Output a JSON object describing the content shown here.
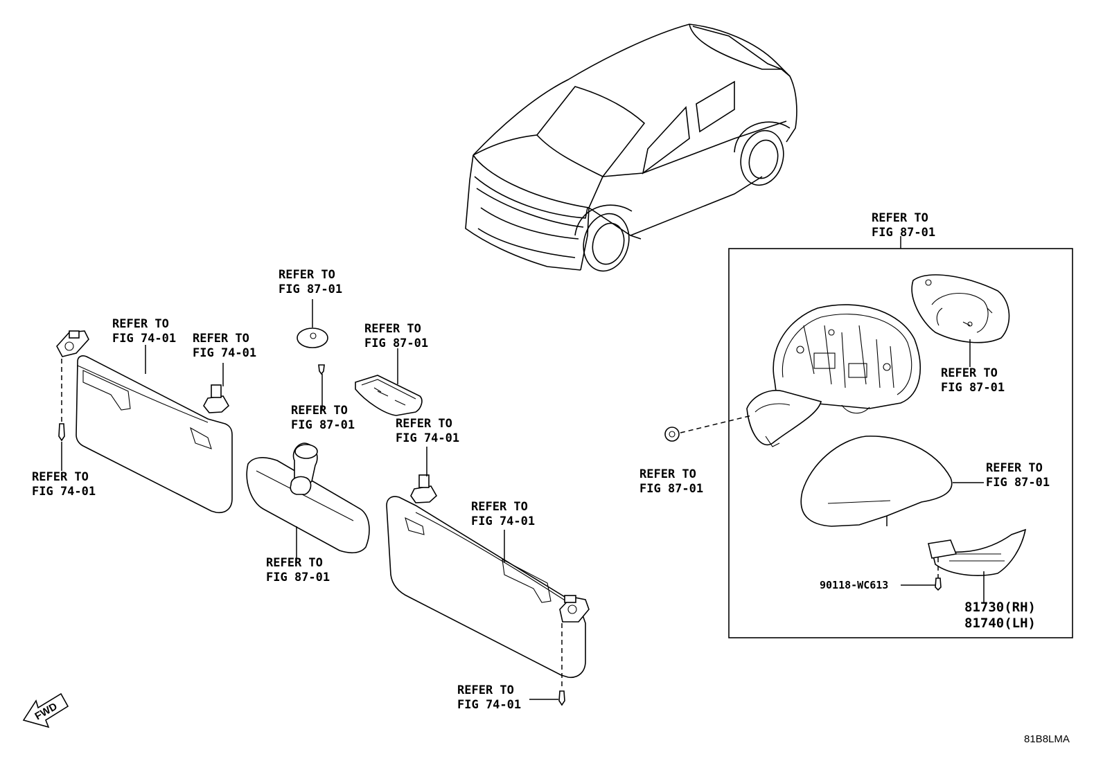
{
  "diagram": {
    "car": "vehicle-outline",
    "callouts": {
      "mirror_group_top": [
        "REFER TO",
        "FIG 87-01"
      ],
      "mirror_glass": [
        "REFER TO",
        "FIG 87-01"
      ],
      "mirror_nut": [
        "REFER TO",
        "FIG 87-01"
      ],
      "mirror_cover": [
        "REFER TO",
        "FIG 87-01"
      ],
      "map_light_cap": [
        "REFER TO",
        "FIG 87-01"
      ],
      "clip_screw": [
        "REFER TO",
        "FIG 87-01"
      ],
      "map_lamp": [
        "REFER TO",
        "FIG 87-01"
      ],
      "inner_mirror": [
        "REFER TO",
        "FIG 87-01"
      ],
      "visor_left": [
        "REFER TO",
        "FIG 74-01"
      ],
      "holder_left": [
        "REFER TO",
        "FIG 74-01"
      ],
      "screw_left": [
        "REFER TO",
        "FIG 74-01"
      ],
      "holder_right": [
        "REFER TO",
        "FIG 74-01"
      ],
      "visor_right": [
        "REFER TO",
        "FIG 74-01"
      ],
      "screw_right": [
        "REFER TO",
        "FIG 74-01"
      ]
    },
    "part_numbers": {
      "screw": "90118-WC613",
      "turn_lamp_rh": "81730(RH)",
      "turn_lamp_lh": "81740(LH)"
    },
    "fwd_label": "FWD",
    "illustration_code": "81B8LMA"
  }
}
